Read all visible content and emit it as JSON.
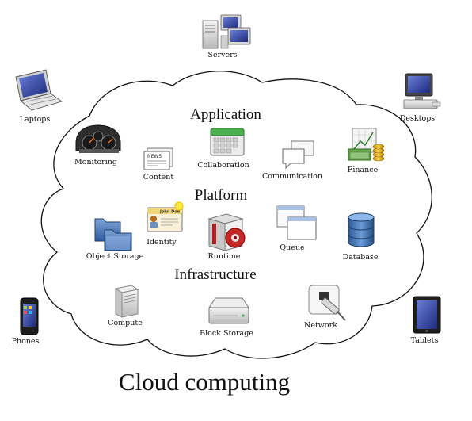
{
  "title": "Cloud computing",
  "sections": {
    "application": "Application",
    "platform": "Platform",
    "infrastructure": "Infrastructure"
  },
  "devices": {
    "servers": "Servers",
    "laptops": "Laptops",
    "desktops": "Desktops",
    "phones": "Phones",
    "tablets": "Tablets"
  },
  "application_items": {
    "monitoring": "Monitoring",
    "content": "Content",
    "collaboration": "Collaboration",
    "communication": "Communication",
    "finance": "Finance"
  },
  "platform_items": {
    "object_storage": "Object Storage",
    "identity": "Identity",
    "runtime": "Runtime",
    "queue": "Queue",
    "database": "Database"
  },
  "infrastructure_items": {
    "compute": "Compute",
    "block_storage": "Block Storage",
    "network": "Network"
  },
  "identity_card_text": "John Doe",
  "news_text": "NEWS"
}
